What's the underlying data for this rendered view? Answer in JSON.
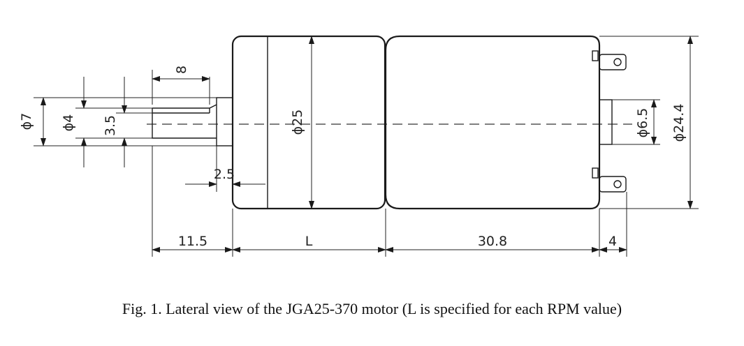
{
  "dimensions": {
    "shaft_diameter": "ϕ7",
    "flat_diameter": "ϕ4",
    "flat_depth": "3.5",
    "shaft_length": "8",
    "boss_length": "2.5",
    "shaft_offset": "11.5",
    "gearbox_length": "L",
    "motor_length": "30.8",
    "terminal_length": "4",
    "gearbox_diameter": "ϕ25",
    "motor_diameter": "ϕ24.4",
    "rear_boss_diameter": "ϕ6.5"
  },
  "caption": "Fig. 1. Lateral view of the JGA25-370 motor (L is specified for each RPM value)"
}
